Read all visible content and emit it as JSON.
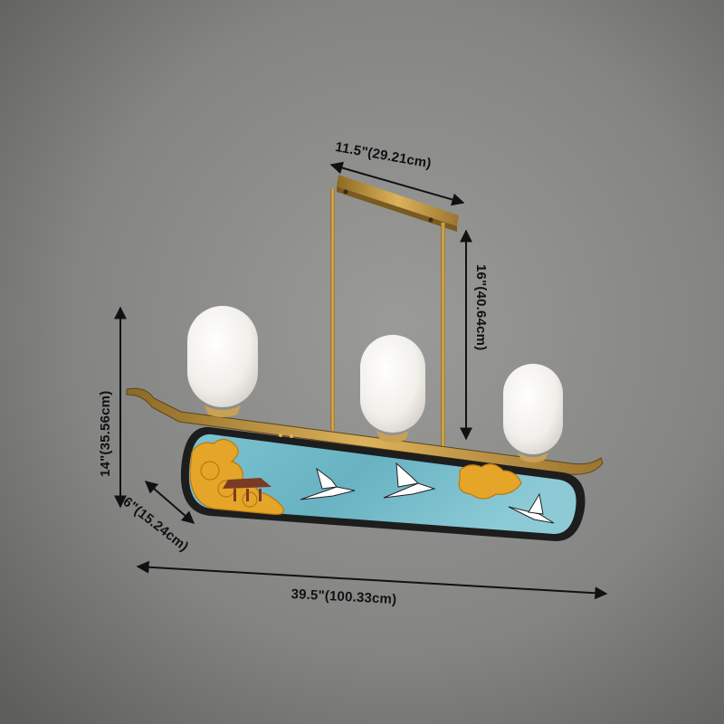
{
  "dimensions": {
    "canopy_width": "11.5\"(29.21cm)",
    "drop_length": "16\"(40.64cm)",
    "fixture_height": "14\"(35.56cm)",
    "fixture_depth": "6\"(15.24cm)",
    "fixture_width": "39.5\"(100.33cm)"
  },
  "colors": {
    "wall": "#8a8b89",
    "brass": "#c79a42",
    "panel_blue": "#6fb8c6",
    "cloud_gold": "#e5a528",
    "frame_black": "#1d1d1d",
    "glass_white": "#f4f2ee"
  }
}
